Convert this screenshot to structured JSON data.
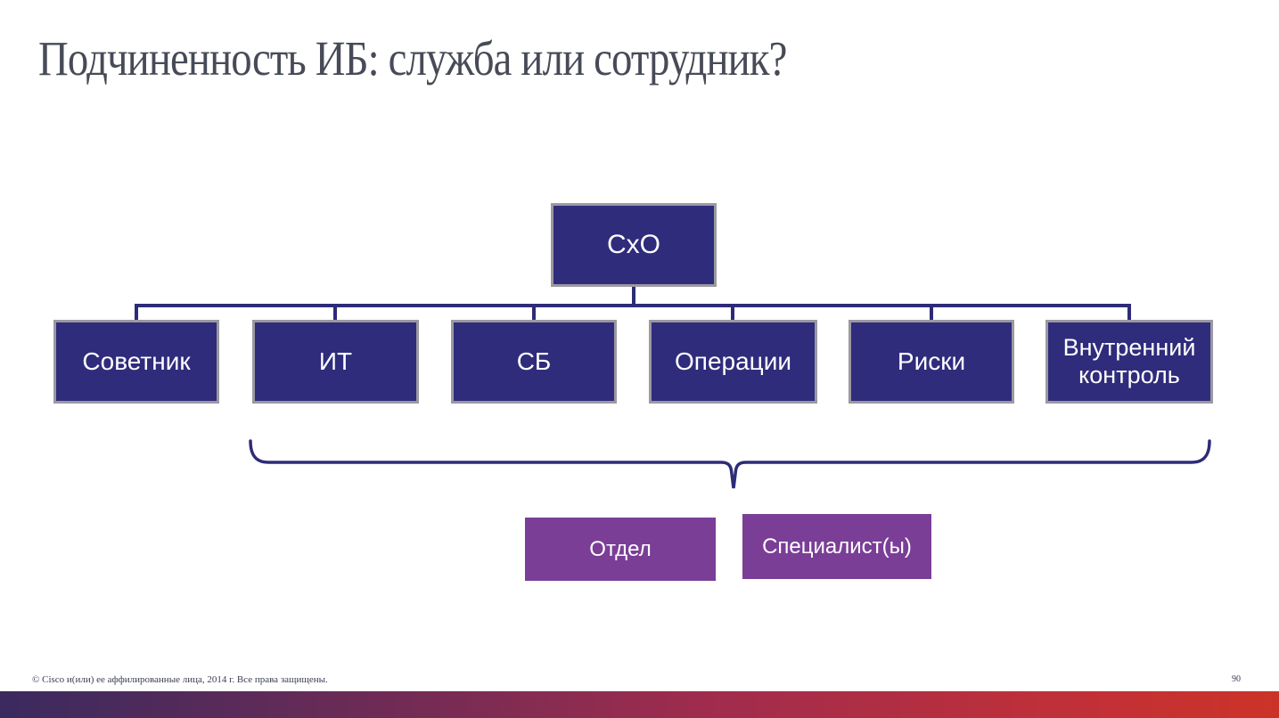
{
  "slide": {
    "title": "Подчиненность ИБ: служба или сотрудник?",
    "footer": "© Cisco и(или) ее аффилированные лица, 2014 г. Все права защищены.",
    "page_number": "90"
  },
  "org_chart": {
    "root": {
      "label": "CxO"
    },
    "children": [
      {
        "label": "Советник"
      },
      {
        "label": "ИТ"
      },
      {
        "label": "СБ"
      },
      {
        "label": "Операции"
      },
      {
        "label": "Риски"
      },
      {
        "label": "Внутренний контроль"
      }
    ],
    "group_nodes": [
      {
        "label": "Отдел"
      },
      {
        "label": "Специалист(ы)"
      }
    ]
  },
  "colors": {
    "node_fill": "#2f2c7c",
    "node_border": "#9a99a1",
    "connector": "#2e2b78",
    "group_node_fill": "#7b3e97",
    "title_text": "#474b57",
    "bar_gradient_left": "#3a2a5f",
    "bar_gradient_mid": "#a12c4d",
    "bar_gradient_right": "#cc3328"
  }
}
